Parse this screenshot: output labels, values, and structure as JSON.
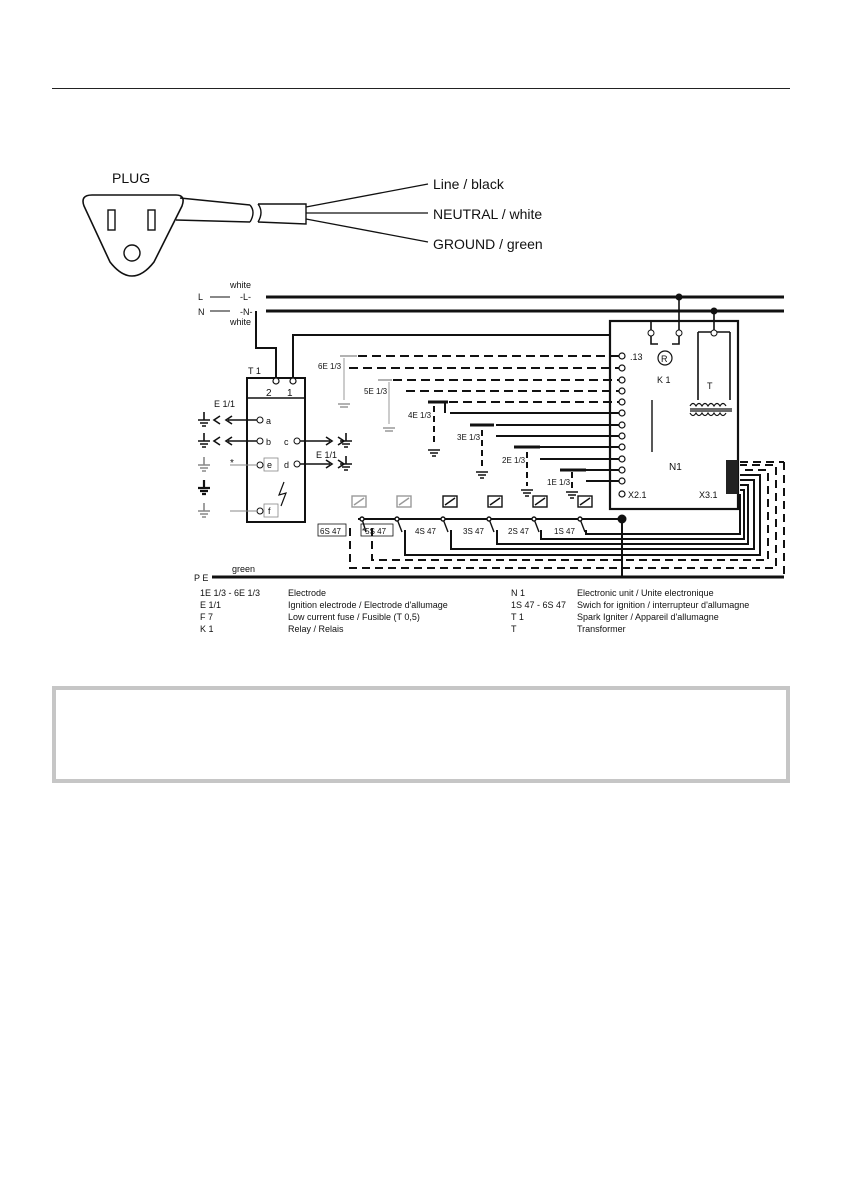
{
  "plug": {
    "title": "PLUG",
    "wires": [
      "Line / black",
      "NEUTRAL / white",
      "GROUND / green"
    ]
  },
  "supply": {
    "L": "L",
    "N": "N",
    "PE": "P E",
    "white_top": "white",
    "white_bottom": "white",
    "L_tag": "-L-",
    "N_tag": "-N-",
    "green": "green"
  },
  "igniter": {
    "name": "T 1",
    "pin2": "2",
    "pin1": "1",
    "terminals": [
      "a",
      "b",
      "c",
      "d",
      "e",
      "f"
    ],
    "star": "*",
    "e11_left": "E 1/1",
    "e11_right": "E 1/1"
  },
  "electrodes": [
    "6E 1/3",
    "5E 1/3",
    "4E 1/3",
    "3E 1/3",
    "2E 1/3",
    "1E 1/3"
  ],
  "switches": [
    "6S 47",
    "*5S 47",
    "4S 47",
    "3S 47",
    "2S 47",
    "1S 47"
  ],
  "unit": {
    "pin13": ".13",
    "relay_letter": "R",
    "relay_name": "K 1",
    "transformer": "T",
    "name": "N1",
    "x21": "X2.1",
    "x31": "X3.1"
  },
  "legend": [
    {
      "code": "1E 1/3 - 6E 1/3",
      "text": "Electrode"
    },
    {
      "code": "E 1/1",
      "text": "Ignition electrode / Electrode d'allumage"
    },
    {
      "code": "F 7",
      "text": "Low current fuse / Fusible (T 0,5)"
    },
    {
      "code": "K 1",
      "text": "Relay / Relais"
    },
    {
      "code": "N 1",
      "text": "Electronic unit / Unite electronique"
    },
    {
      "code": "1S 47 - 6S 47",
      "text": "Swich for ignition / interrupteur d'allumagne"
    },
    {
      "code": "T 1",
      "text": "Spark Igniter / Appareil d'allumagne"
    },
    {
      "code": "T",
      "text": "Transformer"
    }
  ]
}
